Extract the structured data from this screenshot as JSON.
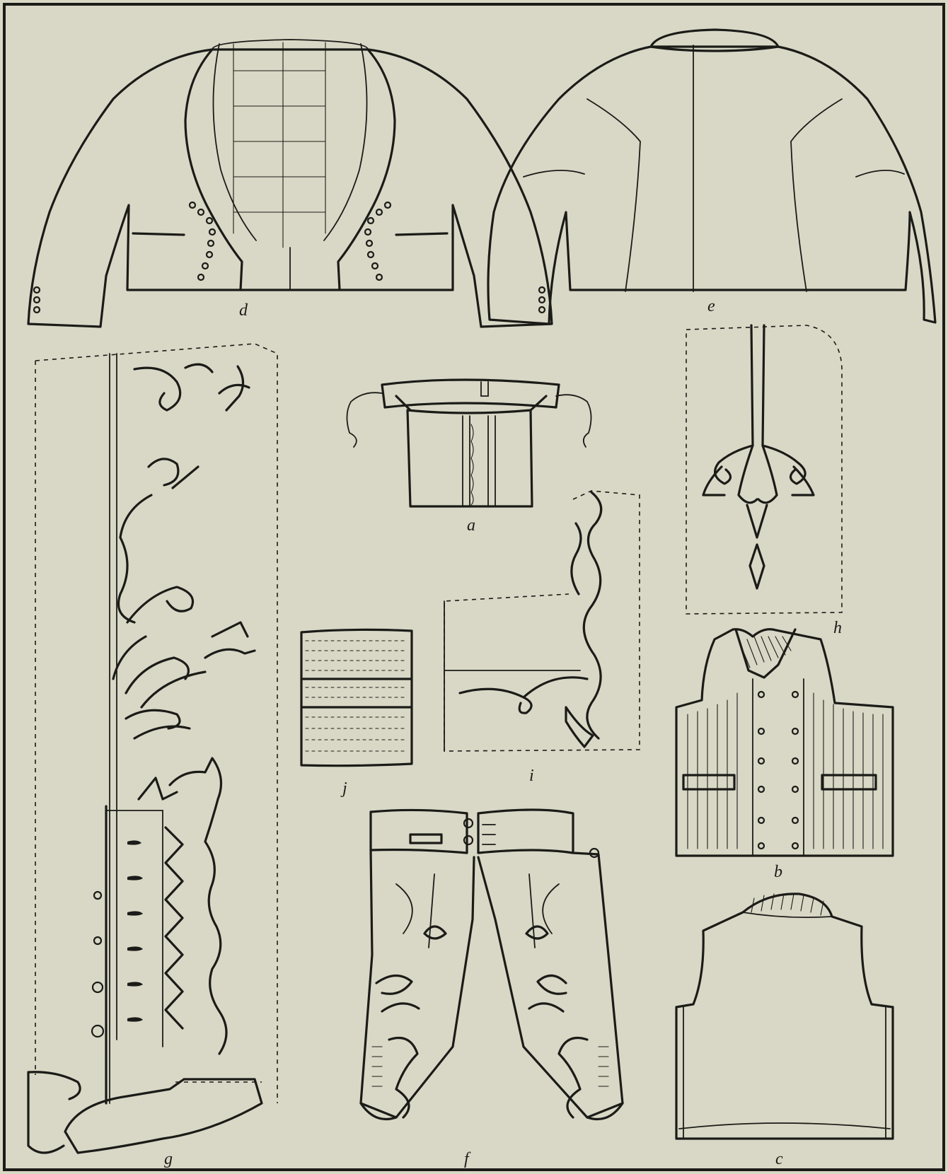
{
  "plate": {
    "labels": {
      "d": "d",
      "e": "e",
      "a": "a",
      "h": "h",
      "j": "j",
      "i": "i",
      "b": "b",
      "g": "g",
      "f": "f",
      "c": "c"
    },
    "colors": {
      "paper": "#d9d8c6",
      "ink": "#1b1b18"
    }
  }
}
